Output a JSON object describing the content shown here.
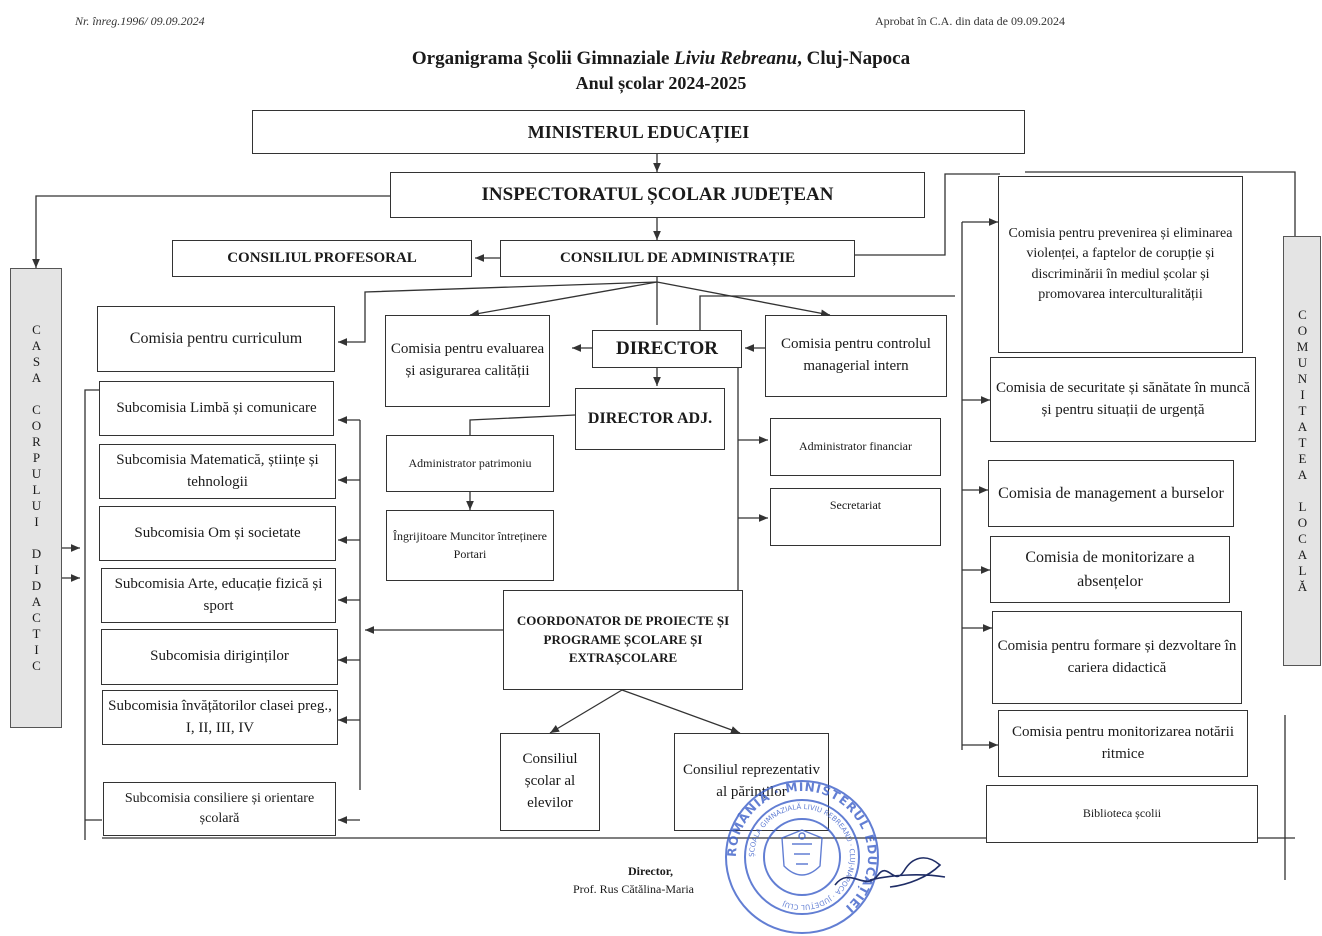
{
  "header": {
    "reg_number": "Nr. înreg.1996/ 09.09.2024",
    "approval": "Aprobat în C.A. din data de 09.09.2024",
    "title_prefix": "Organigrama Școlii Gimnaziale ",
    "title_school": "Liviu Rebreanu",
    "title_suffix": ", Cluj-Napoca",
    "subtitle": "Anul școlar 2024-2025"
  },
  "top": {
    "ministry": "MINISTERUL EDUCAȚIEI",
    "inspectorate": "INSPECTORATUL ȘCOLAR JUDEȚEAN",
    "council_teachers": "CONSILIUL PROFESORAL",
    "council_admin": "CONSILIUL DE ADMINISTRAȚIE"
  },
  "side": {
    "left": "CASA CORPULUI DIDACTIC",
    "right": "COMUNITATEA LOCALĂ"
  },
  "left_column": {
    "curriculum": "Comisia pentru curriculum",
    "items": [
      "Subcomisia Limbă și comunicare",
      "Subcomisia Matematică, științe și tehnologii",
      "Subcomisia Om și societate",
      "Subcomisia Arte, educație fizică și sport",
      "Subcomisia diriginților",
      "Subcomisia învățătorilor clasei preg., I, II, III, IV",
      "Subcomisia consiliere și orientare școlară"
    ]
  },
  "center": {
    "quality": "Comisia pentru evaluarea și asigurarea calității",
    "director": "DIRECTOR",
    "director_adj": "DIRECTOR ADJ.",
    "internal_control": "Comisia pentru controlul managerial intern",
    "admin_patrimony": "Administrator patrimoniu",
    "staff": "Îngrijitoare Muncitor întreținere Portari",
    "admin_financial": "Administrator financiar",
    "secretariat": "Secretariat",
    "coordinator": "COORDONATOR DE PROIECTE ȘI PROGRAME ȘCOLARE ȘI EXTRAȘCOLARE",
    "students_council": "Consiliul școlar al elevilor",
    "parents_council": "Consiliul reprezentativ al părinților"
  },
  "right_column": {
    "items": [
      "Comisia pentru prevenirea și eliminarea violenței, a faptelor de corupție și discriminării în mediul școlar și promovarea interculturalității",
      "Comisia de securitate și sănătate în muncă și pentru situații de urgență",
      "Comisia de management a burselor",
      "Comisia de monitorizare a absențelor",
      "Comisia pentru formare și dezvoltare în cariera didactică",
      "Comisia pentru monitorizarea notării ritmice",
      "Biblioteca școlii"
    ]
  },
  "footer": {
    "role": "Director,",
    "name": "Prof. Rus Cătălina-Maria"
  },
  "stamp": {
    "outer_text": "ROMÂNIA · MINISTERUL EDUCAȚIEI",
    "inner_text": "ȘCOALA GIMNAZIALĂ LIVIU REBREANU · CLUJ-NAPOCA · JUDEȚUL CLUJ",
    "color": "#3b5fc9"
  }
}
